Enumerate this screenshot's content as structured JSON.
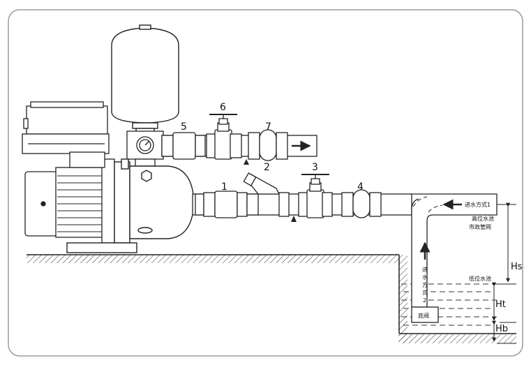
{
  "labels": {
    "n1": "1",
    "n2": "2",
    "n3": "3",
    "n4": "4",
    "n5": "5",
    "n6": "6",
    "n7": "7",
    "inlet_mode_1": "进水方式1",
    "high_tank": "高位水池",
    "municipal_network": "市政管网",
    "low_tank": "低位水池",
    "inlet_mode_2": [
      "进",
      "水",
      "方",
      "式",
      "2"
    ],
    "foot_valve": "底阀",
    "hs": "Hs",
    "ht": "Ht",
    "hb": "Hb"
  },
  "colors": {
    "line": "#222222",
    "background": "#ffffff",
    "frame": "#9a9a9a"
  }
}
